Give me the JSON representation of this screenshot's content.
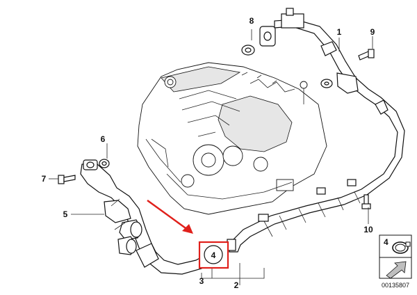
{
  "diagram": {
    "callouts": [
      {
        "id": "c1",
        "label": "1"
      },
      {
        "id": "c2",
        "label": "2"
      },
      {
        "id": "c3",
        "label": "3"
      },
      {
        "id": "c4",
        "label": "4"
      },
      {
        "id": "c5",
        "label": "5"
      },
      {
        "id": "c6",
        "label": "6"
      },
      {
        "id": "c7",
        "label": "7"
      },
      {
        "id": "c8",
        "label": "8"
      },
      {
        "id": "c9",
        "label": "9"
      },
      {
        "id": "c10",
        "label": "10"
      }
    ],
    "highlight_label": "4",
    "inset_label": "4",
    "part_number": "00135807",
    "colors": {
      "highlight": "#e0201b",
      "arrow": "#e0201b",
      "ink": "#111111"
    }
  }
}
